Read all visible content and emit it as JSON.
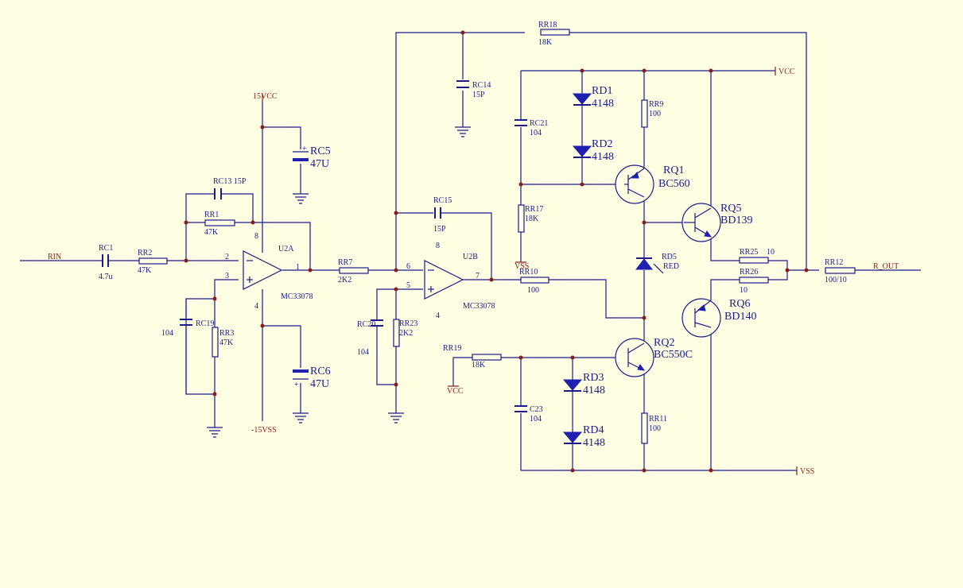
{
  "signals": {
    "input": "RIN",
    "output": "R_OUT"
  },
  "power": {
    "pos15": "15VCC",
    "neg15": "-15VSS",
    "vcc": "VCC",
    "vss": "VSS",
    "vcc_rr19": "VCC",
    "vss_rr17": "VSS"
  },
  "opamps": {
    "u2a": {
      "ref": "U2A",
      "part": "MC33078",
      "pin_out": "1",
      "pin_inv": "2",
      "pin_noninv": "3",
      "pin_vcc": "8",
      "pin_vee": "4"
    },
    "u2b": {
      "ref": "U2B",
      "part": "MC33078",
      "pin_out": "7",
      "pin_inv": "6",
      "pin_noninv": "5",
      "pin_vcc": "8",
      "pin_vee": "4"
    }
  },
  "resistors": {
    "rr1": {
      "ref": "RR1",
      "value": "47K"
    },
    "rr2": {
      "ref": "RR2",
      "value": "47K"
    },
    "rr3": {
      "ref": "RR3",
      "value": "47K"
    },
    "rr7": {
      "ref": "RR7",
      "value": "2K2"
    },
    "rr9": {
      "ref": "RR9",
      "value": "100"
    },
    "rr10": {
      "ref": "RR10",
      "value": "100"
    },
    "rr11": {
      "ref": "RR11",
      "value": "100"
    },
    "rr12": {
      "ref": "RR12",
      "value": "100/10"
    },
    "rr17": {
      "ref": "RR17",
      "value": "18K"
    },
    "rr18": {
      "ref": "RR18",
      "value": "18K"
    },
    "rr19": {
      "ref": "RR19",
      "value": "18K"
    },
    "rr23": {
      "ref": "RR23",
      "value": "2K2"
    },
    "rr25": {
      "ref": "RR25",
      "value": "10"
    },
    "rr26": {
      "ref": "RR26",
      "value": "10"
    }
  },
  "capacitors": {
    "rc1": {
      "ref": "RC1",
      "value": "4.7u"
    },
    "rc5": {
      "ref": "RC5",
      "value": "47U"
    },
    "rc6": {
      "ref": "RC6",
      "value": "47U"
    },
    "rc13": {
      "ref": "RC13 15P"
    },
    "rc14": {
      "ref": "RC14",
      "value": "15P"
    },
    "rc15": {
      "ref": "RC15",
      "value": "15P"
    },
    "rc19": {
      "ref": "RC19",
      "value": "104"
    },
    "rc20": {
      "ref": "RC20",
      "value": "104"
    },
    "rc21": {
      "ref": "RC21",
      "value": "104"
    },
    "c23": {
      "ref": "C23",
      "value": "104"
    }
  },
  "diodes": {
    "rd1": {
      "ref": "RD1",
      "value": "4148"
    },
    "rd2": {
      "ref": "RD2",
      "value": "4148"
    },
    "rd3": {
      "ref": "RD3",
      "value": "4148"
    },
    "rd4": {
      "ref": "RD4",
      "value": "4148"
    },
    "rd5": {
      "ref": "RD5",
      "value": "RED"
    }
  },
  "transistors": {
    "rq1": {
      "ref": "RQ1",
      "value": "BC560"
    },
    "rq2": {
      "ref": "RQ2",
      "value": "BC550C"
    },
    "rq5": {
      "ref": "RQ5",
      "value": "BD139"
    },
    "rq6": {
      "ref": "RQ6",
      "value": "BD140"
    }
  },
  "colors": {
    "background": "#FFFFE4",
    "wire": "#1b1b8c",
    "power": "#8b1a1a",
    "component_fill": "#1f1fb0"
  }
}
